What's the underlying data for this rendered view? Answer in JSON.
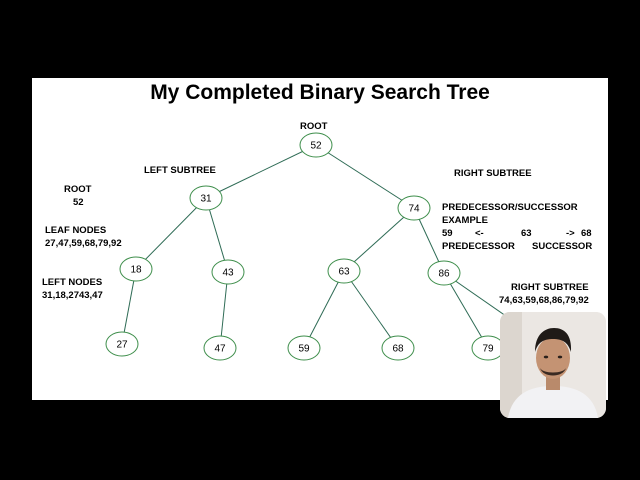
{
  "title": "My Completed Binary Search Tree",
  "colors": {
    "edge": "#2e6b55",
    "node_stroke": "#3e8e4b",
    "node_fill": "#ffffff",
    "text": "#000000",
    "slide_bg": "#ffffff",
    "background": "#000000"
  },
  "labels": {
    "root_top": "ROOT",
    "left_subtree": "LEFT SUBTREE",
    "right_subtree": "RIGHT SUBTREE",
    "root_side": "ROOT",
    "root_side_value": "52",
    "leaf_nodes": "LEAF NODES",
    "leaf_nodes_value": "27,47,59,68,79,92",
    "left_nodes": "LEFT NODES",
    "left_nodes_value": "31,18,2743,47",
    "pred_succ_title": "PREDECESSOR/SUCCESSOR",
    "example": "EXAMPLE",
    "example_row": [
      "59",
      "<-",
      "63",
      "->",
      "68"
    ],
    "predecessor": "PREDECESSOR",
    "successor": "SUCCESSOR",
    "right_subtree_list_title": "RIGHT SUBTREE",
    "right_subtree_list_value": "74,63,59,68,86,79,92"
  },
  "tree": {
    "nodes": [
      {
        "id": "n52",
        "value": "52"
      },
      {
        "id": "n31",
        "value": "31"
      },
      {
        "id": "n74",
        "value": "74"
      },
      {
        "id": "n18",
        "value": "18"
      },
      {
        "id": "n43",
        "value": "43"
      },
      {
        "id": "n63",
        "value": "63"
      },
      {
        "id": "n86",
        "value": "86"
      },
      {
        "id": "n27",
        "value": "27"
      },
      {
        "id": "n47",
        "value": "47"
      },
      {
        "id": "n59",
        "value": "59"
      },
      {
        "id": "n68",
        "value": "68"
      },
      {
        "id": "n79",
        "value": "79"
      }
    ],
    "edges": [
      [
        "n52",
        "n31"
      ],
      [
        "n52",
        "n74"
      ],
      [
        "n31",
        "n18"
      ],
      [
        "n31",
        "n43"
      ],
      [
        "n74",
        "n63"
      ],
      [
        "n74",
        "n86"
      ],
      [
        "n18",
        "n27"
      ],
      [
        "n43",
        "n47"
      ],
      [
        "n63",
        "n59"
      ],
      [
        "n63",
        "n68"
      ],
      [
        "n86",
        "n79"
      ],
      [
        "n86",
        "n92"
      ]
    ]
  }
}
